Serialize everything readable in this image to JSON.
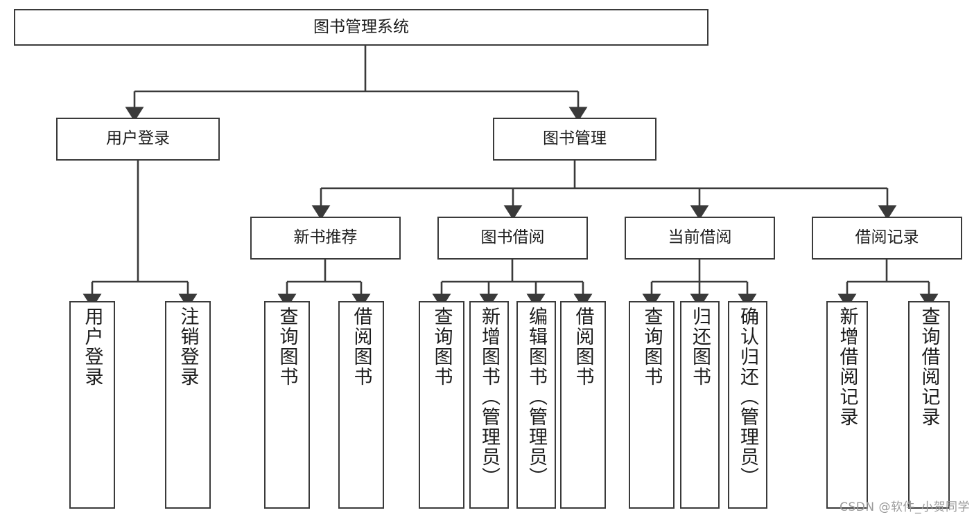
{
  "diagram": {
    "title": "图书管理系统",
    "type": "tree-hierarchy-diagram",
    "colors": {
      "box_border": "#3a3a3a",
      "box_fill": "#ffffff",
      "line": "#3a3a3a",
      "text": "#1c1c1c",
      "watermark": "#9a9a9a"
    },
    "levels": {
      "level1": [
        {
          "id": "root",
          "label": "图书管理系统"
        }
      ],
      "level2": [
        {
          "id": "user-login",
          "label": "用户登录"
        },
        {
          "id": "book-management",
          "label": "图书管理"
        }
      ],
      "level3": [
        {
          "id": "new-book-recommend",
          "label": "新书推荐"
        },
        {
          "id": "book-borrow",
          "label": "图书借阅"
        },
        {
          "id": "current-borrow",
          "label": "当前借阅"
        },
        {
          "id": "borrow-record",
          "label": "借阅记录"
        }
      ],
      "level4": {
        "user_login_children": [
          {
            "id": "leaf-user-login",
            "label": "用户登录"
          },
          {
            "id": "leaf-logout-login",
            "label": "注销登录"
          }
        ],
        "new_book_recommend_children": [
          {
            "id": "leaf-query-book-1",
            "label": "查询图书"
          },
          {
            "id": "leaf-borrow-book-1",
            "label": "借阅图书"
          }
        ],
        "book_borrow_children": [
          {
            "id": "leaf-query-book-2",
            "label": "查询图书"
          },
          {
            "id": "leaf-add-book",
            "label": "新增图书（管理员）"
          },
          {
            "id": "leaf-edit-book",
            "label": "编辑图书（管理员）"
          },
          {
            "id": "leaf-borrow-book-2",
            "label": "借阅图书"
          }
        ],
        "current_borrow_children": [
          {
            "id": "leaf-query-book-3",
            "label": "查询图书"
          },
          {
            "id": "leaf-return-book",
            "label": "归还图书"
          },
          {
            "id": "leaf-confirm-return",
            "label": "确认归还（管理员）"
          }
        ],
        "borrow_record_children": [
          {
            "id": "leaf-add-record",
            "label": "新增借阅记录"
          },
          {
            "id": "leaf-query-record",
            "label": "查询借阅记录"
          }
        ]
      }
    },
    "watermark": "CSDN @软件_小贺同学"
  }
}
